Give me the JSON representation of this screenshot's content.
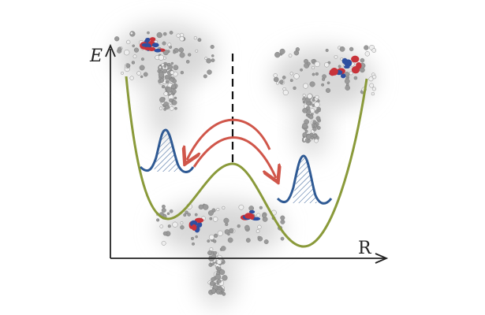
{
  "axes": {
    "y_label": "E",
    "x_label": "R"
  },
  "colors": {
    "potential_curve": "#8a9a3a",
    "wavepacket": "#2f5a94",
    "transfer_arrows": "#d0564a",
    "axis": "#222222",
    "barrier_line": "#111111",
    "orbital_red": "#c8333a",
    "orbital_blue": "#2e4fa0"
  },
  "molecules": [
    {
      "name": "molecule-top-left",
      "state": "left-localized"
    },
    {
      "name": "molecule-top-right",
      "state": "right-localized"
    },
    {
      "name": "molecule-bottom-center",
      "state": "delocalized"
    }
  ]
}
